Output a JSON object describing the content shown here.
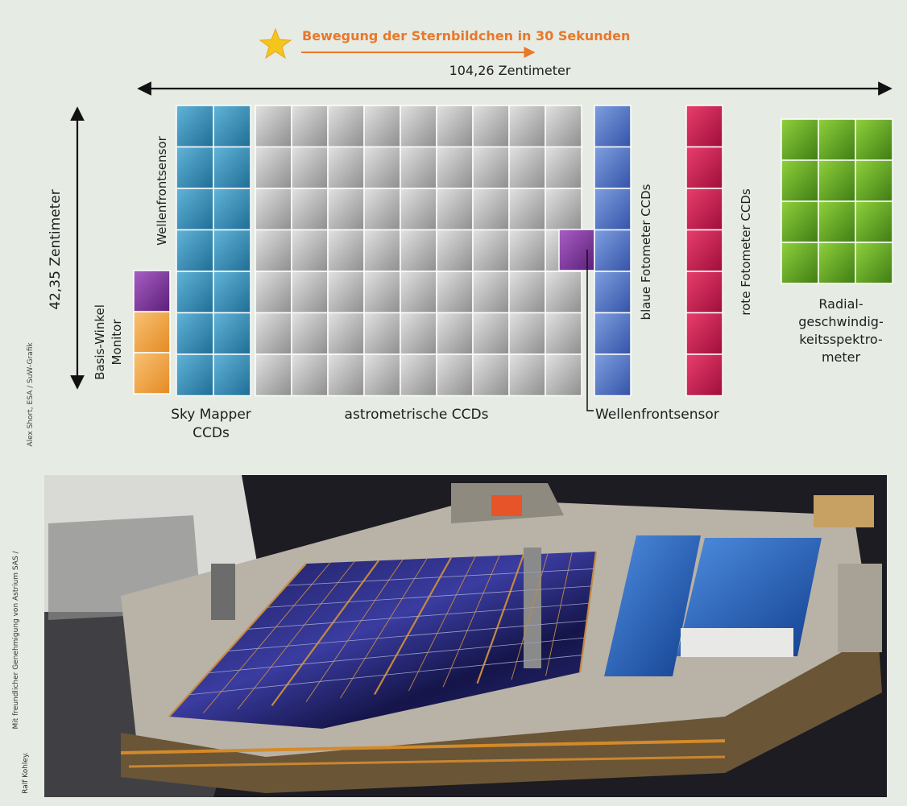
{
  "title": {
    "motion": "Bewegung der Sternbildchen in 30 Sekunden"
  },
  "dimensions": {
    "width": "104,26 Zentimeter",
    "height": "42,35 Zentimeter"
  },
  "labels": {
    "wavefront_top": "Wellenfrontsensor",
    "wavefront_bottom": "Wellenfrontsensor",
    "basic_angle_line1": "Basis-Winkel",
    "basic_angle_line2": "Monitor",
    "sky_mapper_line1": "Sky Mapper",
    "sky_mapper_line2": "CCDs",
    "astrometric": "astrometrische CCDs",
    "blue_photometer": "blaue Fotometer CCDs",
    "red_photometer": "rote Fotometer CCDs",
    "rvs_line1": "Radial-",
    "rvs_line2": "geschwindig-",
    "rvs_line3": "keitsspektro-",
    "rvs_line4": "meter"
  },
  "credits": {
    "diagram": "Alex Short, ESA / SuW-Grafik",
    "photo_line1": "Mit freundlicher Genehmigung von Astrium SAS /",
    "photo_line2": "Ralf Kohley."
  },
  "colors": {
    "sky_mapper": "#2f87b3",
    "astrometric": "#b8b8b8",
    "blue_photometer": "#4f72c4",
    "red_photometer": "#c8124c",
    "rvs": "#5ea421",
    "wavefront": "#7a2f95",
    "basic_angle": "#f2a540",
    "accent_orange": "#e8782a",
    "star": "#f3c51d"
  },
  "icons": {
    "star": "star-icon"
  }
}
